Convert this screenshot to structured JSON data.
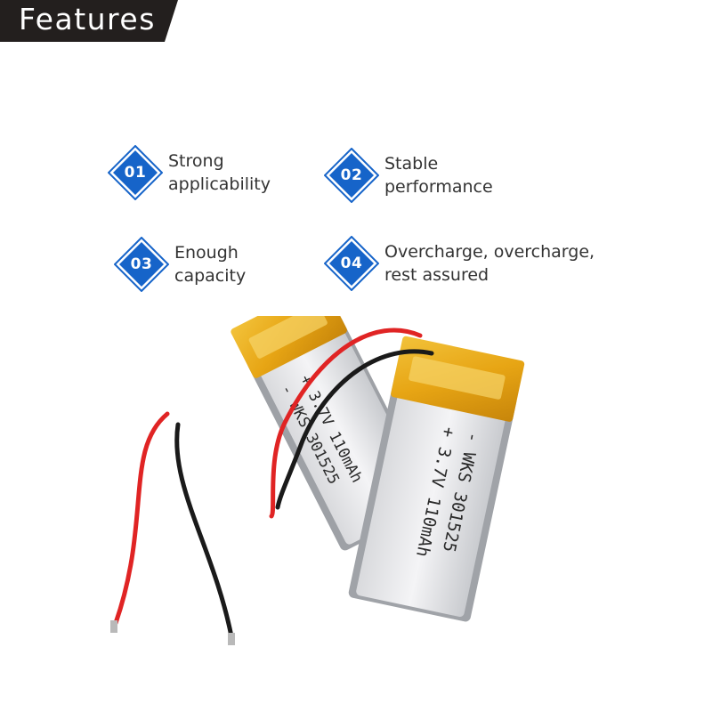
{
  "header": {
    "title": "Features"
  },
  "colors": {
    "badge_blue": "#1664c9",
    "banner": "#231f1e",
    "text": "#333333"
  },
  "features": [
    {
      "number": "01",
      "line1": "Strong",
      "line2": "applicability",
      "icon": "diamond-badge-icon"
    },
    {
      "number": "02",
      "line1": "Stable",
      "line2": "performance",
      "icon": "diamond-badge-icon"
    },
    {
      "number": "03",
      "line1": "Enough",
      "line2": "capacity",
      "icon": "diamond-badge-icon"
    },
    {
      "number": "04",
      "line1": "Overcharge, overcharge,",
      "line2": "rest assured",
      "icon": "diamond-badge-icon"
    }
  ],
  "product": {
    "label_front": {
      "line1": "- WKS 301525",
      "line2": "+ 3.7V 110mAh"
    },
    "label_back": {
      "line1": "- WKS 301525",
      "line2": "+ 3.7V 110mAh"
    }
  }
}
